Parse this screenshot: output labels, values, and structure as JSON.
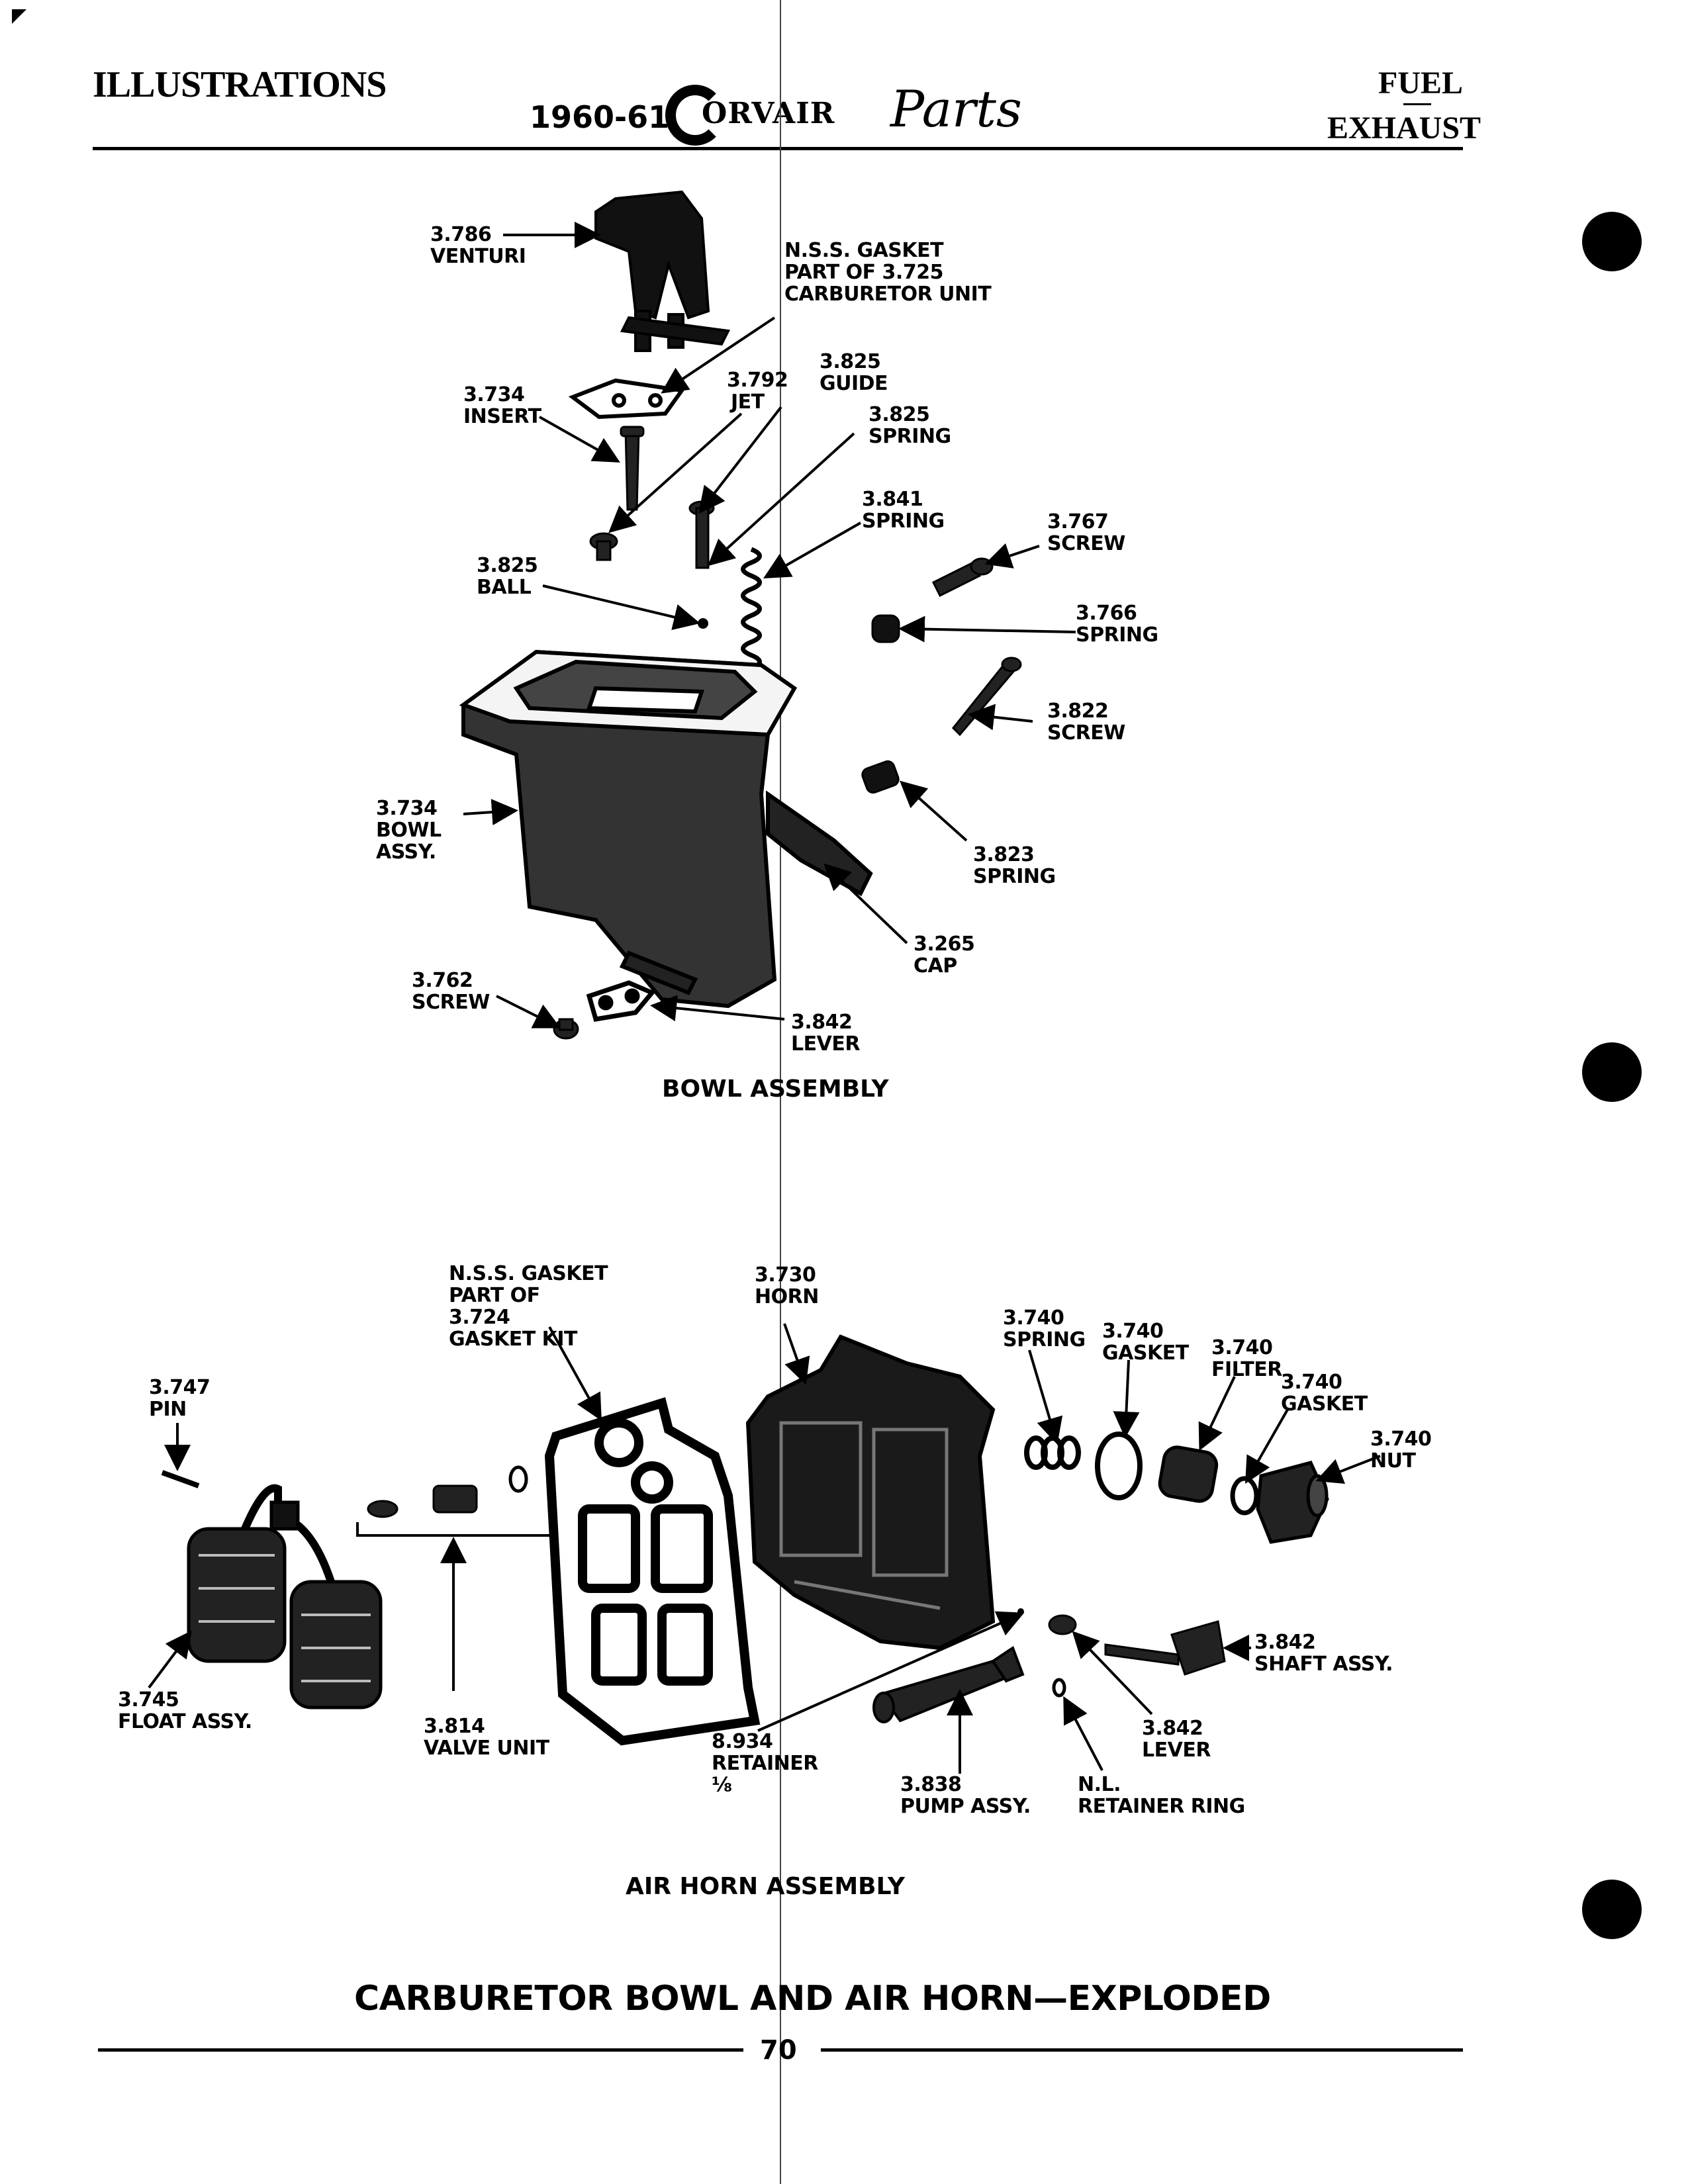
{
  "header": {
    "section_left": "ILLUSTRATIONS",
    "years": "1960-61",
    "brand": "ORVAIR",
    "brand_script": "Parts",
    "section_right_top": "FUEL",
    "section_right_bottom": "EXHAUST"
  },
  "bowl_labels": [
    {
      "id": "venturi",
      "num": "3.786",
      "name": "VENTURI"
    },
    {
      "id": "nss-gasket",
      "num": "N.S.S. GASKET",
      "name": "PART OF 3.725",
      "extra": "CARBURETOR UNIT"
    },
    {
      "id": "insert",
      "num": "3.734",
      "name": "INSERT"
    },
    {
      "id": "jet",
      "num": "3.792",
      "name": "JET"
    },
    {
      "id": "guide",
      "num": "3.825",
      "name": "GUIDE"
    },
    {
      "id": "spring-825",
      "num": "3.825",
      "name": "SPRING"
    },
    {
      "id": "spring-841",
      "num": "3.841",
      "name": "SPRING"
    },
    {
      "id": "screw-767",
      "num": "3.767",
      "name": "SCREW"
    },
    {
      "id": "ball",
      "num": "3.825",
      "name": "BALL"
    },
    {
      "id": "spring-766",
      "num": "3.766",
      "name": "SPRING"
    },
    {
      "id": "screw-822",
      "num": "3.822",
      "name": "SCREW"
    },
    {
      "id": "bowl-assy",
      "num": "3.734",
      "name": "BOWL",
      "extra": "ASSY."
    },
    {
      "id": "spring-823",
      "num": "3.823",
      "name": "SPRING"
    },
    {
      "id": "cap",
      "num": "3.265",
      "name": "CAP"
    },
    {
      "id": "screw-762",
      "num": "3.762",
      "name": "SCREW"
    },
    {
      "id": "lever-842",
      "num": "3.842",
      "name": "LEVER"
    }
  ],
  "bowl_caption": "BOWL ASSEMBLY",
  "horn_labels": [
    {
      "id": "nss-gasket-2",
      "num": "N.S.S. GASKET",
      "name": "PART OF",
      "extra": "3.724",
      "extra2": "GASKET KIT"
    },
    {
      "id": "horn",
      "num": "3.730",
      "name": "HORN"
    },
    {
      "id": "spring-740",
      "num": "3.740",
      "name": "SPRING"
    },
    {
      "id": "gasket-740a",
      "num": "3.740",
      "name": "GASKET"
    },
    {
      "id": "filter-740",
      "num": "3.740",
      "name": "FILTER"
    },
    {
      "id": "gasket-740b",
      "num": "3.740",
      "name": "GASKET"
    },
    {
      "id": "nut-740",
      "num": "3.740",
      "name": "NUT"
    },
    {
      "id": "pin",
      "num": "3.747",
      "name": "PIN"
    },
    {
      "id": "float",
      "num": "3.745",
      "name": "FLOAT ASSY."
    },
    {
      "id": "valve",
      "num": "3.814",
      "name": "VALVE UNIT"
    },
    {
      "id": "retainer",
      "num": "8.934",
      "name": "RETAINER",
      "extra": "⅛"
    },
    {
      "id": "pump",
      "num": "3.838",
      "name": "PUMP ASSY."
    },
    {
      "id": "ring",
      "num": "N.L.",
      "name": "RETAINER RING"
    },
    {
      "id": "lever-842b",
      "num": "3.842",
      "name": "LEVER"
    },
    {
      "id": "shaft",
      "num": "3.842",
      "name": "SHAFT ASSY."
    }
  ],
  "horn_caption": "AIR HORN ASSEMBLY",
  "page_title": "CARBURETOR BOWL AND AIR HORN—EXPLODED",
  "page_number": "70"
}
